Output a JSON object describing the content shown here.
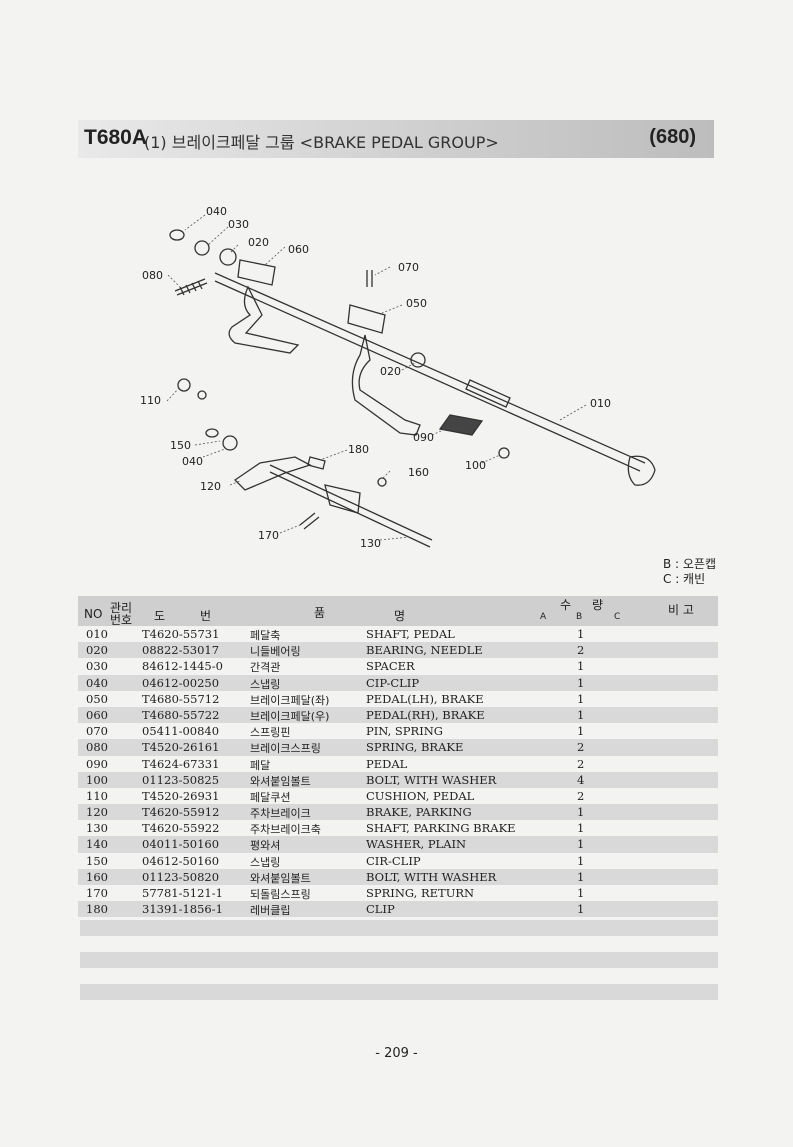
{
  "header": {
    "code": "T680A",
    "title": "(1) 브레이크페달 그룹 <BRAKE PEDAL GROUP>",
    "page_ref": "(680)"
  },
  "legend": [
    "B : 오픈캡",
    "C : 캐빈"
  ],
  "diagram_labels": [
    "040",
    "030",
    "020",
    "060",
    "080",
    "070",
    "050",
    "020",
    "010",
    "110",
    "090",
    "100",
    "150",
    "180",
    "040",
    "160",
    "120",
    "170",
    "130"
  ],
  "table": {
    "headers": {
      "no": "NO",
      "mgmt_top": "관리",
      "mgmt_bottom": "번호",
      "drawing_1": "도",
      "drawing_2": "번",
      "name_1": "품",
      "name_2": "명",
      "qty_1": "수",
      "qty_2": "량",
      "col_a": "A",
      "col_b": "B",
      "col_c": "C",
      "remark": "비 고"
    },
    "rows": [
      {
        "no": "010",
        "part": "T4620-55731",
        "kr": "페달축",
        "en": "SHAFT, PEDAL",
        "b": "1"
      },
      {
        "no": "020",
        "part": "08822-53017",
        "kr": "니들베어링",
        "en": "BEARING, NEEDLE",
        "b": "2"
      },
      {
        "no": "030",
        "part": "84612-1445-0",
        "kr": "간격관",
        "en": "SPACER",
        "b": "1"
      },
      {
        "no": "040",
        "part": "04612-00250",
        "kr": "스냅링",
        "en": "CIP-CLIP",
        "b": "1"
      },
      {
        "no": "050",
        "part": "T4680-55712",
        "kr": "브레이크페달(좌)",
        "en": "PEDAL(LH), BRAKE",
        "b": "1"
      },
      {
        "no": "060",
        "part": "T4680-55722",
        "kr": "브레이크페달(우)",
        "en": "PEDAL(RH), BRAKE",
        "b": "1"
      },
      {
        "no": "070",
        "part": "05411-00840",
        "kr": "스프링핀",
        "en": "PIN, SPRING",
        "b": "1"
      },
      {
        "no": "080",
        "part": "T4520-26161",
        "kr": "브레이크스프링",
        "en": "SPRING, BRAKE",
        "b": "2"
      },
      {
        "no": "090",
        "part": "T4624-67331",
        "kr": "페달",
        "en": "PEDAL",
        "b": "2"
      },
      {
        "no": "100",
        "part": "01123-50825",
        "kr": "와셔붙임볼트",
        "en": "BOLT, WITH WASHER",
        "b": "4"
      },
      {
        "no": "110",
        "part": "T4520-26931",
        "kr": "페달쿠션",
        "en": "CUSHION, PEDAL",
        "b": "2"
      },
      {
        "no": "120",
        "part": "T4620-55912",
        "kr": "주차브레이크",
        "en": "BRAKE, PARKING",
        "b": "1"
      },
      {
        "no": "130",
        "part": "T4620-55922",
        "kr": "주차브레이크축",
        "en": "SHAFT, PARKING BRAKE",
        "b": "1"
      },
      {
        "no": "140",
        "part": "04011-50160",
        "kr": "평와셔",
        "en": "WASHER, PLAIN",
        "b": "1"
      },
      {
        "no": "150",
        "part": "04612-50160",
        "kr": "스냅링",
        "en": "CIR-CLIP",
        "b": "1"
      },
      {
        "no": "160",
        "part": "01123-50820",
        "kr": "와셔붙임볼트",
        "en": "BOLT, WITH WASHER",
        "b": "1"
      },
      {
        "no": "170",
        "part": "57781-5121-1",
        "kr": "되돌림스프링",
        "en": "SPRING, RETURN",
        "b": "1"
      },
      {
        "no": "180",
        "part": "31391-1856-1",
        "kr": "레버클립",
        "en": "CLIP",
        "b": "1"
      }
    ]
  },
  "page_number": "- 209 -"
}
